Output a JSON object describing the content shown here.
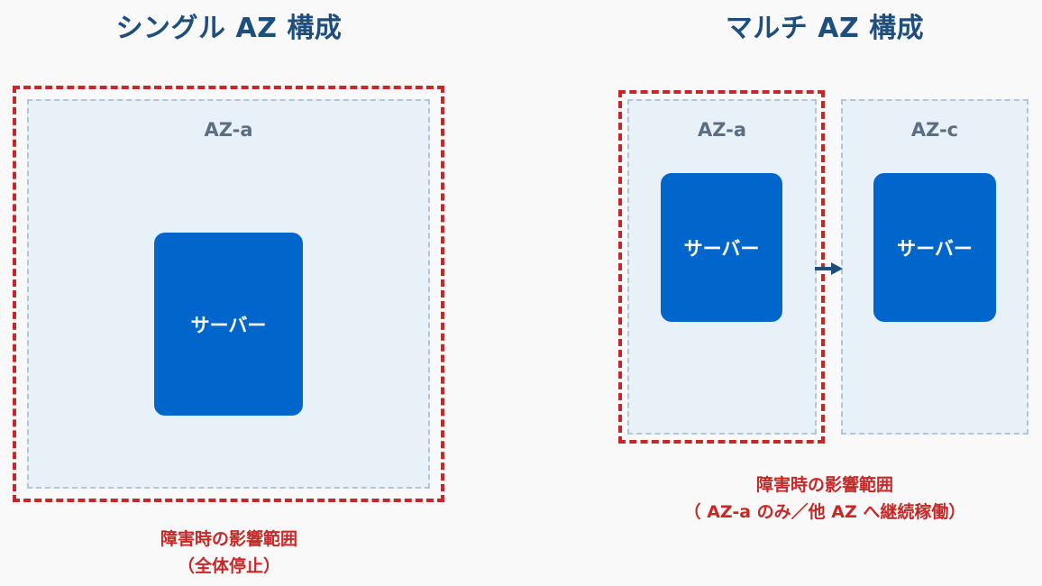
{
  "single": {
    "title": "シングル AZ 構成",
    "az_label": "AZ-a",
    "server_label": "サーバー",
    "caption_line1": "障害時の影響範囲",
    "caption_line2": "（全体停止）"
  },
  "multi": {
    "title": "マルチ AZ 構成",
    "az_a_label": "AZ-a",
    "az_c_label": "AZ-c",
    "server_a_label": "サーバー",
    "server_c_label": "サーバー",
    "caption_line1": "障害時の影響範囲",
    "caption_line2": "（ AZ-a のみ／他 AZ へ継続稼働）"
  },
  "colors": {
    "title": "#1e4e7e",
    "impact": "#c62828",
    "server": "#0066cc",
    "az_fill": "#e8f0f8",
    "az_border": "#b3c6d8",
    "arrow": "#1e4e7e"
  }
}
